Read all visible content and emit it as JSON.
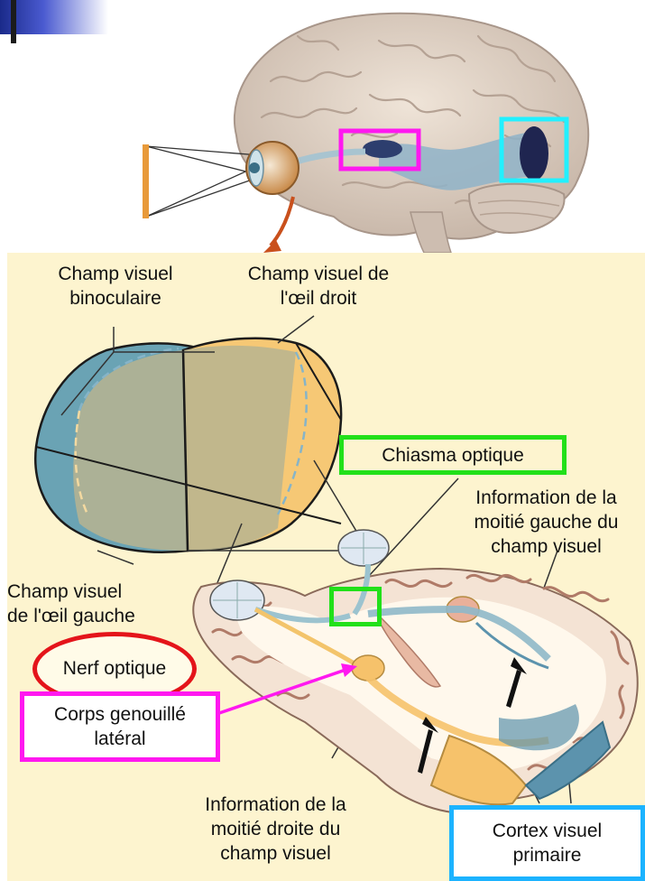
{
  "labels": {
    "binocular_field": [
      "Champ visuel",
      "binoculaire"
    ],
    "right_eye_field": [
      "Champ visuel de",
      "l'œil droit"
    ],
    "left_eye_field": [
      "Champ visuel",
      "de l'œil gauche"
    ],
    "chiasma": "Chiasma optique",
    "left_half_info": [
      "Information de la",
      "moitié gauche du",
      "champ visuel"
    ],
    "optic_nerve": "Nerf optique",
    "lgn": [
      "Corps genouillé",
      "latéral"
    ],
    "right_half_info": [
      "Information de la",
      "moitié  droite du",
      "champ visuel"
    ],
    "primary_cortex": [
      "Cortex visuel",
      "primaire"
    ]
  },
  "highlight_colors": {
    "chiasma_box": "#22e01a",
    "lgn_box": "#ff18f0",
    "cortex_box_top": "#22f0ff",
    "cortex_box_bottom": "#1cb3ff",
    "optic_nerve_ellipse": "#e4141a",
    "panel_background": "#fdf4cf",
    "left_field": "#6aa3b4",
    "right_field": "#f6c875",
    "overlap_field": "#b7b491"
  },
  "icons": {
    "eye": "eye-icon",
    "brain": "brain-icon",
    "arrow": "arrow-icon"
  }
}
